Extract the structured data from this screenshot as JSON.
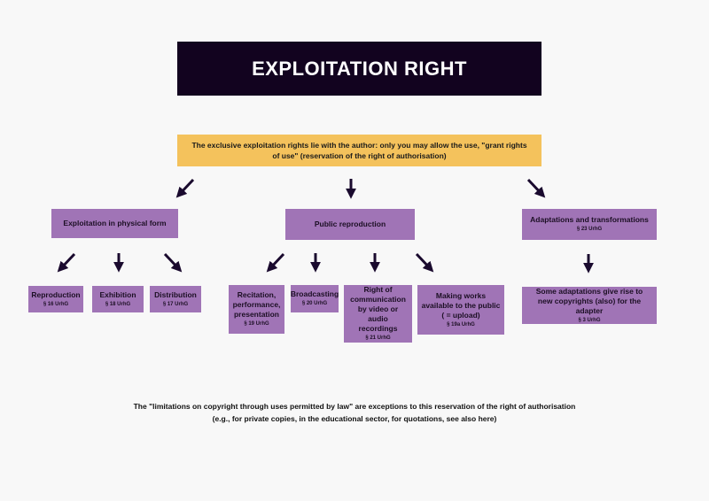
{
  "title": "EXPLOITATION RIGHT",
  "intro": "The exclusive exploitation rights lie with the author: only you may allow the use, \"grant rights of use\" (reservation of the right of authorisation)",
  "categories": {
    "physical": {
      "label": "Exploitation in physical form"
    },
    "public": {
      "label": "Public reproduction"
    },
    "adaptations": {
      "label": "Adaptations and transformations",
      "law": "§ 23 UrhG"
    }
  },
  "physical_items": [
    {
      "label": "Reproduction",
      "law": "§ 16 UrhG"
    },
    {
      "label": "Exhibition",
      "law": "§ 18 UrhG"
    },
    {
      "label": "Distribution",
      "law": "§ 17 UrhG"
    }
  ],
  "public_items": [
    {
      "label": "Recitation, performance, presentation",
      "law": "§ 19 UrhG"
    },
    {
      "label": "Broadcasting",
      "law": "§ 20 UrhG"
    },
    {
      "label": "Right of communication by video or audio recordings",
      "law": "§ 21 UrhG"
    },
    {
      "label": "Making works available to the public  ( = upload)",
      "law": "§ 19a UrhG"
    }
  ],
  "adaptation_item": {
    "label": "Some adaptations give rise to new copyrights (also) for the adapter",
    "law": "§ 3 UrhG"
  },
  "footnote": {
    "line1": "The \"limitations on copyright through uses permitted by law\" are exceptions to this reservation of the right of authorisation",
    "line2": "(e.g., for private copies, in the educational sector, for quotations, see also here)"
  },
  "colors": {
    "title_bg": "#12031f",
    "intro_bg": "#f4c25c",
    "box_bg": "#a074b6",
    "arrow": "#1a0a2e"
  }
}
